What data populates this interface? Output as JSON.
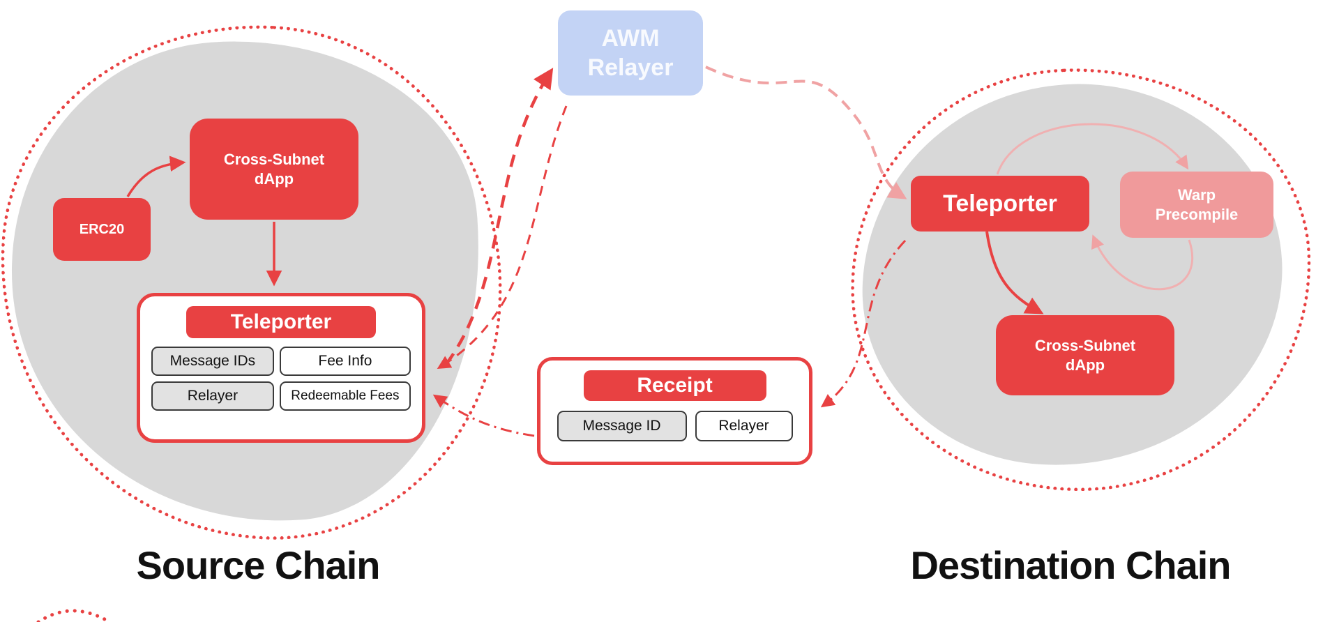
{
  "diagram": {
    "source_chain": {
      "label": "Source Chain",
      "erc20": "ERC20",
      "dapp": "Cross-Subnet dApp",
      "teleporter": {
        "title": "Teleporter",
        "cells": [
          "Message IDs",
          "Fee Info",
          "Relayer",
          "Redeemable Fees"
        ]
      }
    },
    "awm_relayer": {
      "label": "AWM Relayer"
    },
    "receipt": {
      "title": "Receipt",
      "cells": [
        "Message ID",
        "Relayer"
      ]
    },
    "destination_chain": {
      "label": "Destination Chain",
      "teleporter": "Teleporter",
      "warp_precompile": "Warp Precompile",
      "dapp": "Cross-Subnet dApp"
    },
    "colors": {
      "red": "#e84142",
      "light_red": "#f0a2a3",
      "blob_gray": "#d8d8d8",
      "awm_bg": "#c3d3f5"
    }
  }
}
